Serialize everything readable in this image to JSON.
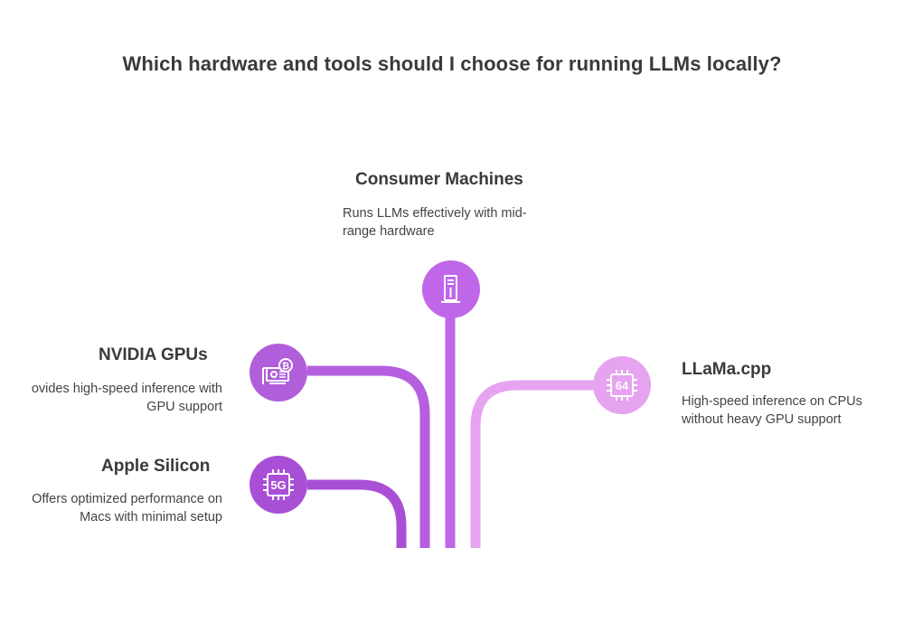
{
  "title": "Which hardware and tools should I choose for running LLMs locally?",
  "colors": {
    "purple_dark": "#b05ed9",
    "purple_mid": "#a94fd6",
    "purple_vivid": "#c066e8",
    "purple_light": "#e6a3f0",
    "text_heading": "#3a3a3a",
    "text_body": "#444444"
  },
  "items": [
    {
      "key": "consumer",
      "heading": "Consumer Machines",
      "desc_lines": [
        "Runs LLMs effectively with mid-",
        "range hardware"
      ],
      "icon": "desktop-tower-icon"
    },
    {
      "key": "nvidia",
      "heading": "NVIDIA GPUs",
      "desc_lines": [
        "ovides high-speed inference with",
        "GPU support"
      ],
      "icon": "graphics-card-icon"
    },
    {
      "key": "apple",
      "heading": "Apple Silicon",
      "desc_lines": [
        "Offers optimized performance on",
        "Macs with minimal setup"
      ],
      "icon": "chip-5g-icon",
      "icon_text": "5G"
    },
    {
      "key": "llama",
      "heading": "LLaMa.cpp",
      "desc_lines": [
        "High-speed inference on CPUs",
        "without heavy GPU support"
      ],
      "icon": "chip-64-icon",
      "icon_text": "64"
    }
  ]
}
